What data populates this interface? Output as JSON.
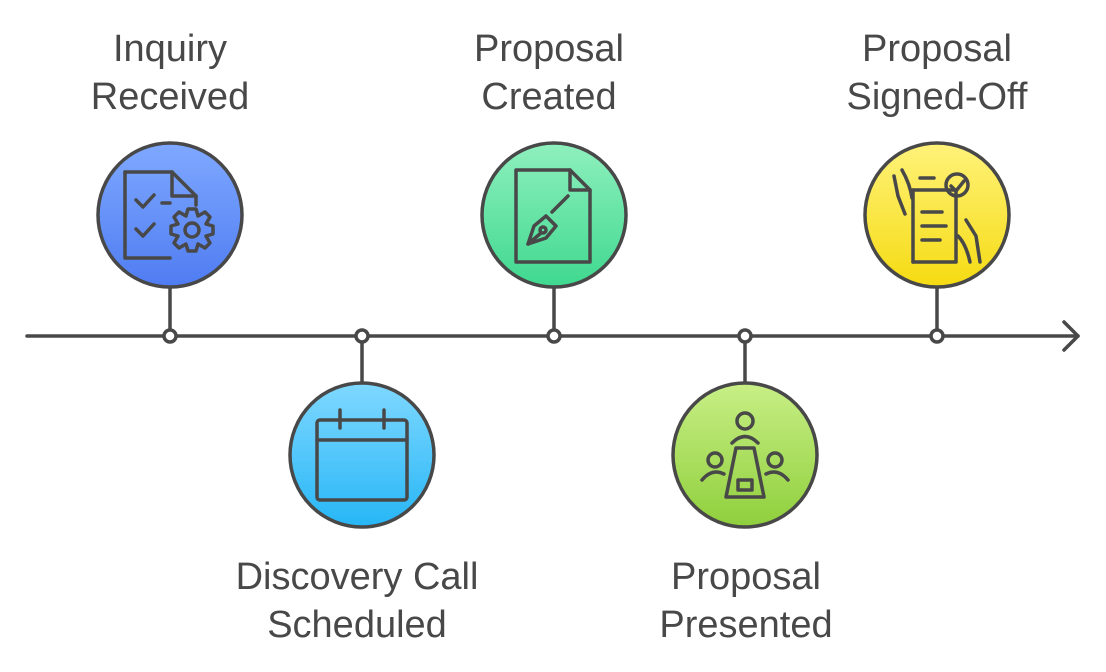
{
  "timeline": {
    "milestones": [
      {
        "id": "inquiry",
        "lines": [
          "Inquiry",
          "Received"
        ],
        "color_top": "#7fa9ff",
        "color_bottom": "#4f7cf2",
        "icon": "checklist-gear-icon",
        "side": "top"
      },
      {
        "id": "discovery",
        "lines": [
          "Discovery Call",
          "Scheduled"
        ],
        "color_top": "#7fd8ff",
        "color_bottom": "#27b6f6",
        "icon": "calendar-icon",
        "side": "bottom"
      },
      {
        "id": "created",
        "lines": [
          "Proposal",
          "Created"
        ],
        "color_top": "#8ff0be",
        "color_bottom": "#3fd88f",
        "icon": "document-pen-icon",
        "side": "top"
      },
      {
        "id": "presented",
        "lines": [
          "Proposal",
          "Presented"
        ],
        "color_top": "#c8ef86",
        "color_bottom": "#8fcf3c",
        "icon": "meeting-table-icon",
        "side": "bottom"
      },
      {
        "id": "signed",
        "lines": [
          "Proposal",
          "Signed-Off"
        ],
        "color_top": "#fff27a",
        "color_bottom": "#f5db12",
        "icon": "signed-document-icon",
        "side": "top"
      }
    ],
    "line_color": "#484848"
  }
}
